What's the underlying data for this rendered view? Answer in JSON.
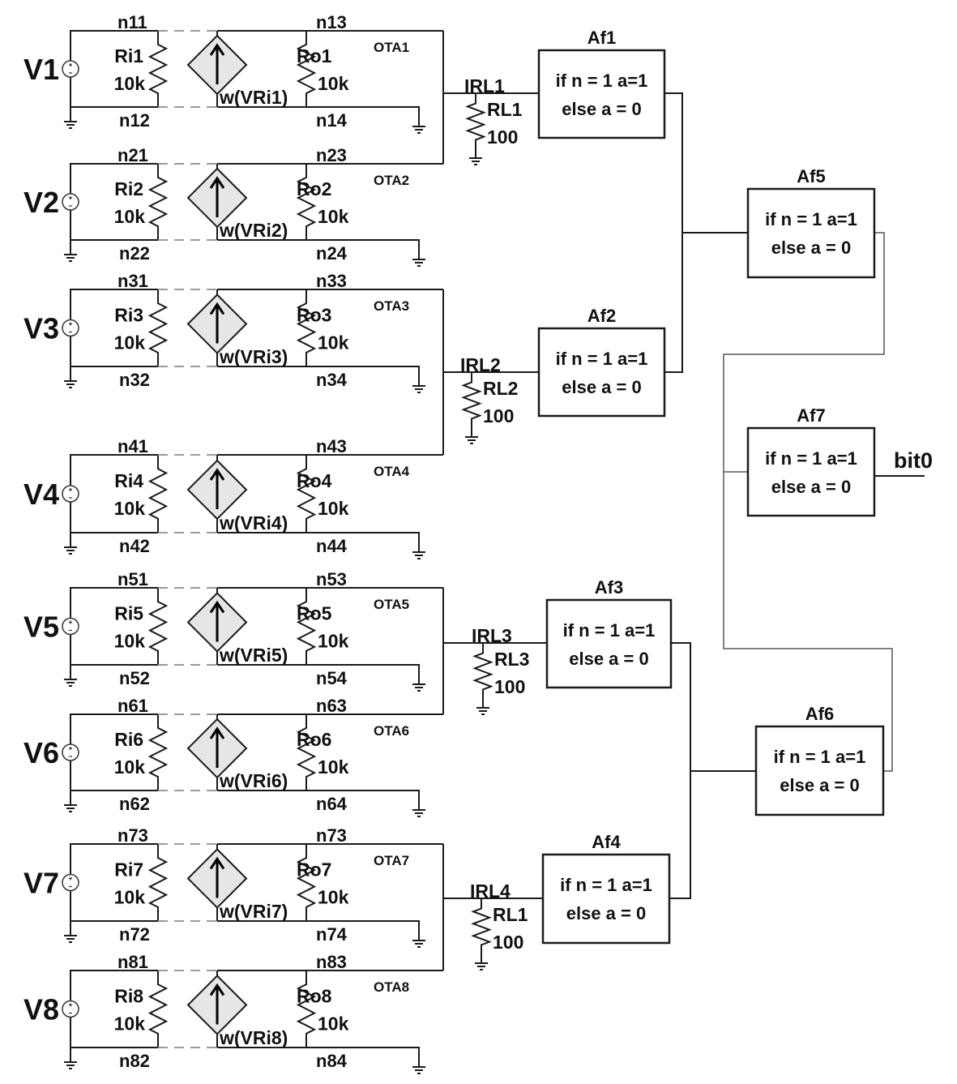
{
  "stages": [
    {
      "vsrc": "V1",
      "n_tl": "n11",
      "n_bl": "n12",
      "n_tr": "n13",
      "n_br": "n14",
      "ri": "Ri1",
      "ri_val": "10k",
      "ro": "Ro1",
      "ro_val": "10k",
      "ctrl": "w(VRi1)",
      "ota": "OTA1"
    },
    {
      "vsrc": "V2",
      "n_tl": "n21",
      "n_bl": "n22",
      "n_tr": "n23",
      "n_br": "n24",
      "ri": "Ri2",
      "ri_val": "10k",
      "ro": "Ro2",
      "ro_val": "10k",
      "ctrl": "w(VRi2)",
      "ota": "OTA2"
    },
    {
      "vsrc": "V3",
      "n_tl": "n31",
      "n_bl": "n32",
      "n_tr": "n33",
      "n_br": "n34",
      "ri": "Ri3",
      "ri_val": "10k",
      "ro": "Ro3",
      "ro_val": "10k",
      "ctrl": "w(VRi3)",
      "ota": "OTA3"
    },
    {
      "vsrc": "V4",
      "n_tl": "n41",
      "n_bl": "n42",
      "n_tr": "n43",
      "n_br": "n44",
      "ri": "Ri4",
      "ri_val": "10k",
      "ro": "Ro4",
      "ro_val": "10k",
      "ctrl": "w(VRi4)",
      "ota": "OTA4"
    },
    {
      "vsrc": "V5",
      "n_tl": "n51",
      "n_bl": "n52",
      "n_tr": "n53",
      "n_br": "n54",
      "ri": "Ri5",
      "ri_val": "10k",
      "ro": "Ro5",
      "ro_val": "10k",
      "ctrl": "w(VRi5)",
      "ota": "OTA5"
    },
    {
      "vsrc": "V6",
      "n_tl": "n61",
      "n_bl": "n62",
      "n_tr": "n63",
      "n_br": "n64",
      "ri": "Ri6",
      "ri_val": "10k",
      "ro": "Ro6",
      "ro_val": "10k",
      "ctrl": "w(VRi6)",
      "ota": "OTA6"
    },
    {
      "vsrc": "V7",
      "n_tl": "n73",
      "n_bl": "n72",
      "n_tr": "n73",
      "n_br": "n74",
      "ri": "Ri7",
      "ri_val": "10k",
      "ro": "Ro7",
      "ro_val": "10k",
      "ctrl": "w(VRi7)",
      "ota": "OTA7"
    },
    {
      "vsrc": "V8",
      "n_tl": "n81",
      "n_bl": "n82",
      "n_tr": "n83",
      "n_br": "n84",
      "ri": "Ri8",
      "ri_val": "10k",
      "ro": "Ro8",
      "ro_val": "10k",
      "ctrl": "w(VRi8)",
      "ota": "OTA8"
    }
  ],
  "loads": [
    {
      "current": "IRL1",
      "name": "RL1",
      "value": "100"
    },
    {
      "current": "IRL2",
      "name": "RL2",
      "value": "100"
    },
    {
      "current": "IRL3",
      "name": "RL3",
      "value": "100"
    },
    {
      "current": "IRL4",
      "name": "RL1",
      "value": "100"
    }
  ],
  "blocks": {
    "af1": {
      "title": "Af1",
      "line1": "if n = 1 a=1",
      "line2": "else a = 0"
    },
    "af2": {
      "title": "Af2",
      "line1": "if n = 1 a=1",
      "line2": "else a = 0"
    },
    "af3": {
      "title": "Af3",
      "line1": "if n = 1 a=1",
      "line2": "else a = 0"
    },
    "af4": {
      "title": "Af4",
      "line1": "if n = 1 a=1",
      "line2": "else a = 0"
    },
    "af5": {
      "title": "Af5",
      "line1": "if n = 1 a=1",
      "line2": "else a = 0"
    },
    "af6": {
      "title": "Af6",
      "line1": "if n = 1 a=1",
      "line2": "else a = 0"
    },
    "af7": {
      "title": "Af7",
      "line1": "if n = 1 a=1",
      "line2": "else a = 0"
    }
  },
  "output": {
    "label": "bit0"
  }
}
